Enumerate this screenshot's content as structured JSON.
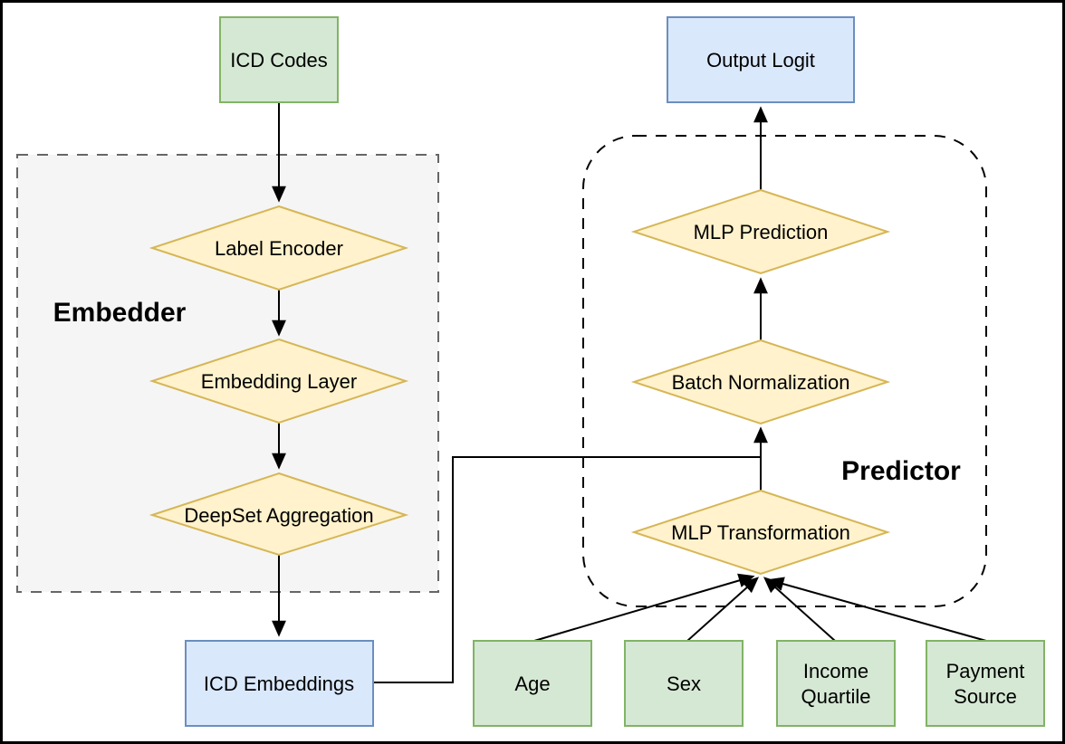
{
  "figure": {
    "type": "flowchart",
    "groups": [
      {
        "id": "embedder",
        "label": "Embedder"
      },
      {
        "id": "predictor",
        "label": "Predictor"
      }
    ],
    "nodes": [
      {
        "id": "icd-codes",
        "label": "ICD Codes",
        "shape": "rectangle",
        "style": "green"
      },
      {
        "id": "label-encoder",
        "label": "Label Encoder",
        "shape": "diamond",
        "style": "yellow",
        "group": "embedder"
      },
      {
        "id": "embedding-layer",
        "label": "Embedding Layer",
        "shape": "diamond",
        "style": "yellow",
        "group": "embedder"
      },
      {
        "id": "deepset-aggregation",
        "label": "DeepSet Aggregation",
        "shape": "diamond",
        "style": "yellow",
        "group": "embedder"
      },
      {
        "id": "icd-embeddings",
        "label": "ICD Embeddings",
        "shape": "rectangle",
        "style": "blue"
      },
      {
        "id": "output-logit",
        "label": "Output Logit",
        "shape": "rectangle",
        "style": "blue"
      },
      {
        "id": "mlp-prediction",
        "label": "MLP Prediction",
        "shape": "diamond",
        "style": "yellow",
        "group": "predictor"
      },
      {
        "id": "batch-normalization",
        "label": "Batch Normalization",
        "shape": "diamond",
        "style": "yellow",
        "group": "predictor"
      },
      {
        "id": "mlp-transformation",
        "label": "MLP Transformation",
        "shape": "diamond",
        "style": "yellow",
        "group": "predictor"
      },
      {
        "id": "age",
        "label": "Age",
        "shape": "rectangle",
        "style": "green"
      },
      {
        "id": "sex",
        "label": "Sex",
        "shape": "rectangle",
        "style": "green"
      },
      {
        "id": "income-quartile",
        "label": "Income Quartile",
        "label_lines": [
          "Income",
          "Quartile"
        ],
        "shape": "rectangle",
        "style": "green"
      },
      {
        "id": "payment-source",
        "label": "Payment Source",
        "label_lines": [
          "Payment",
          "Source"
        ],
        "shape": "rectangle",
        "style": "green"
      }
    ],
    "edges": [
      {
        "from": "icd-codes",
        "to": "label-encoder"
      },
      {
        "from": "label-encoder",
        "to": "embedding-layer"
      },
      {
        "from": "embedding-layer",
        "to": "deepset-aggregation"
      },
      {
        "from": "deepset-aggregation",
        "to": "icd-embeddings"
      },
      {
        "from": "icd-embeddings",
        "to": "batch-normalization"
      },
      {
        "from": "mlp-transformation",
        "to": "batch-normalization"
      },
      {
        "from": "batch-normalization",
        "to": "mlp-prediction"
      },
      {
        "from": "mlp-prediction",
        "to": "output-logit"
      },
      {
        "from": "age",
        "to": "mlp-transformation"
      },
      {
        "from": "sex",
        "to": "mlp-transformation"
      },
      {
        "from": "income-quartile",
        "to": "mlp-transformation"
      },
      {
        "from": "payment-source",
        "to": "mlp-transformation"
      }
    ],
    "colors": {
      "green-fill": "#d5e8d4",
      "green-stroke": "#82b366",
      "blue-fill": "#dae8fc",
      "blue-stroke": "#6c8ebf",
      "yellow-fill": "#fff2cc",
      "yellow-stroke": "#d6b656",
      "embedder-fill": "#f5f5f5",
      "embedder-stroke": "#666666",
      "predictor-stroke": "#000000",
      "edge": "#000000"
    }
  }
}
